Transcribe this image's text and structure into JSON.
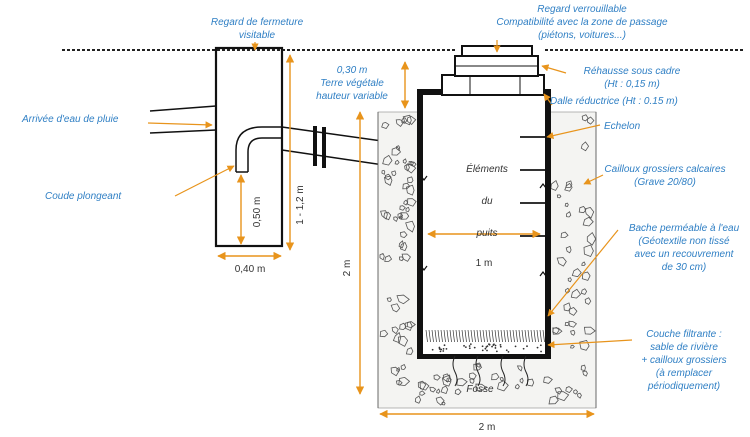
{
  "labels": {
    "regard_fermeture_1": "Regard de fermeture",
    "regard_fermeture_2": "visitable",
    "arrivee_eau": "Arrivée d'eau de pluie",
    "coude_plongeant": "Coude plongeant",
    "terre_1": "0,30 m",
    "terre_2": "Terre végétale",
    "terre_3": "hauteur variable",
    "regard_verrouillable": "Regard verrouillable",
    "compat_1": "Compatibilité avec la zone de passage",
    "compat_2": "(piétons, voitures...)",
    "rehausse_1": "Réhausse sous cadre",
    "rehausse_2": "(Ht : 0,15 m)",
    "dalle": "Dalle réductrice (Ht : 0.15 m)",
    "echelon": "Echelon",
    "cailloux_1": "Cailloux grossiers calcaires",
    "cailloux_2": "(Grave 20/80)",
    "bache_1": "Bache perméable à l'eau",
    "bache_2": "(Géotextile non tissé",
    "bache_3": "avec un recouvrement",
    "bache_4": "de 30 cm)",
    "couche_1": "Couche filtrante :",
    "couche_2": "sable de rivière",
    "couche_3": "+ cailloux grossiers",
    "couche_4": "(à remplacer",
    "couche_5": "périodiquement)",
    "fosse": "Fosse",
    "elements_1": "Éléments",
    "elements_2": "du",
    "elements_3": "puits"
  },
  "dimensions": {
    "d_050": "0,50 m",
    "d_040": "0,40 m",
    "d_1_12": "1 - 1,2 m",
    "d_1m": "1 m",
    "d_2m_v": "2 m",
    "d_2m_h": "2 m"
  },
  "colors": {
    "label_blue": "#2f7fc4",
    "leader_orange": "#e8941c",
    "line_black": "#111111"
  }
}
